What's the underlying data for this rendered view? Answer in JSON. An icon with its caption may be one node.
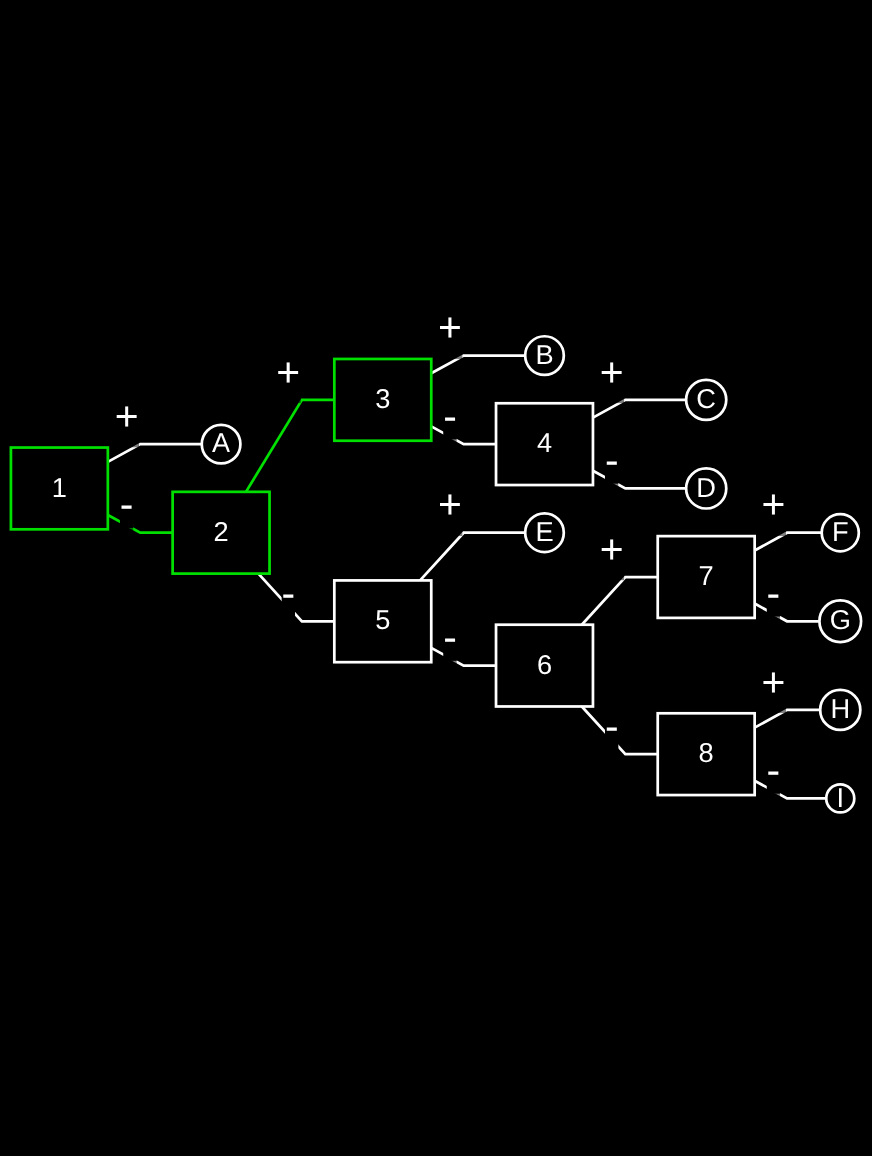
{
  "diagram": {
    "nodes": [
      {
        "text": [
          "1"
        ]
      },
      {
        "text": [
          "A"
        ]
      },
      {
        "text": [
          "2"
        ]
      },
      {
        "text": [
          "3"
        ]
      },
      {
        "text": [
          "B"
        ]
      },
      {
        "text": [
          "4"
        ]
      },
      {
        "text": [
          "C"
        ]
      },
      {
        "text": [
          "D"
        ]
      },
      {
        "text": [
          "5"
        ]
      },
      {
        "text": [
          "E"
        ]
      },
      {
        "text": [
          "6"
        ]
      },
      {
        "text": [
          "7"
        ]
      },
      {
        "text": [
          "F"
        ]
      },
      {
        "text": [
          "G"
        ]
      },
      {
        "text": [
          "8"
        ]
      },
      {
        "text": [
          "H"
        ]
      },
      {
        "text": [
          "I"
        ]
      }
    ],
    "edges": [
      {
        "from": 0,
        "to": 1,
        "arrow": "none",
        "label": "+"
      },
      {
        "from": 0,
        "to": 2,
        "arrow": "none",
        "label": "-",
        "color": "#00e000"
      },
      {
        "from": 2,
        "to": 3,
        "arrow": "none",
        "label": "+",
        "color": "#00e000"
      },
      {
        "from": 3,
        "to": 4,
        "arrow": "none",
        "label": "+"
      },
      {
        "from": 3,
        "to": 5,
        "arrow": "none",
        "label": "-"
      },
      {
        "from": 5,
        "to": 6,
        "arrow": "none",
        "label": "+"
      },
      {
        "from": 5,
        "to": 7,
        "arrow": "none",
        "label": "-"
      },
      {
        "from": 2,
        "to": 8,
        "arrow": "none",
        "label": "-"
      },
      {
        "from": 8,
        "to": 9,
        "arrow": "none",
        "label": "+"
      },
      {
        "from": 8,
        "to": 10,
        "arrow": "none",
        "label": "-"
      },
      {
        "from": 10,
        "to": 11,
        "arrow": "none",
        "label": "+"
      },
      {
        "from": 11,
        "to": 12,
        "arrow": "none",
        "label": "+"
      },
      {
        "from": 11,
        "to": 13,
        "arrow": "none",
        "label": "-"
      },
      {
        "from": 10,
        "to": 14,
        "arrow": "none",
        "label": "-"
      },
      {
        "from": 14,
        "to": 15,
        "arrow": "none",
        "label": "+"
      },
      {
        "from": 14,
        "to": 16,
        "arrow": "none",
        "label": "-"
      }
    ]
  }
}
